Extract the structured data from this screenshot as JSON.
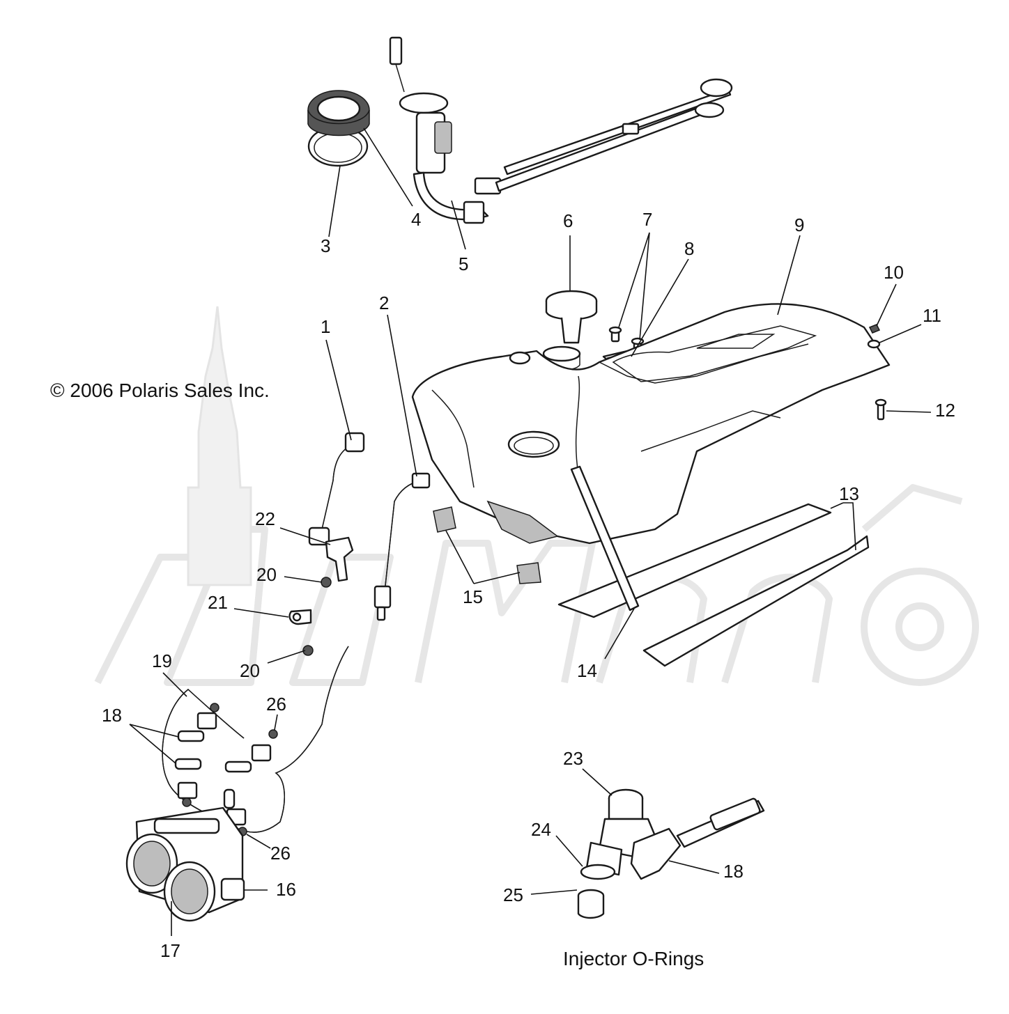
{
  "copyright": "© 2006 Polaris Sales Inc.",
  "caption": "Injector O-Rings",
  "watermark": "AeHMeTO",
  "callouts": [
    "1",
    "2",
    "3",
    "4",
    "5",
    "6",
    "7",
    "8",
    "9",
    "10",
    "11",
    "12",
    "13",
    "14",
    "15",
    "16",
    "17",
    "18",
    "19",
    "20",
    "21",
    "22",
    "23",
    "24",
    "25",
    "26"
  ],
  "colors": {
    "line": "#1a1a1a",
    "shade": "#bdbdbd",
    "watermark": "#e4e4e4"
  }
}
